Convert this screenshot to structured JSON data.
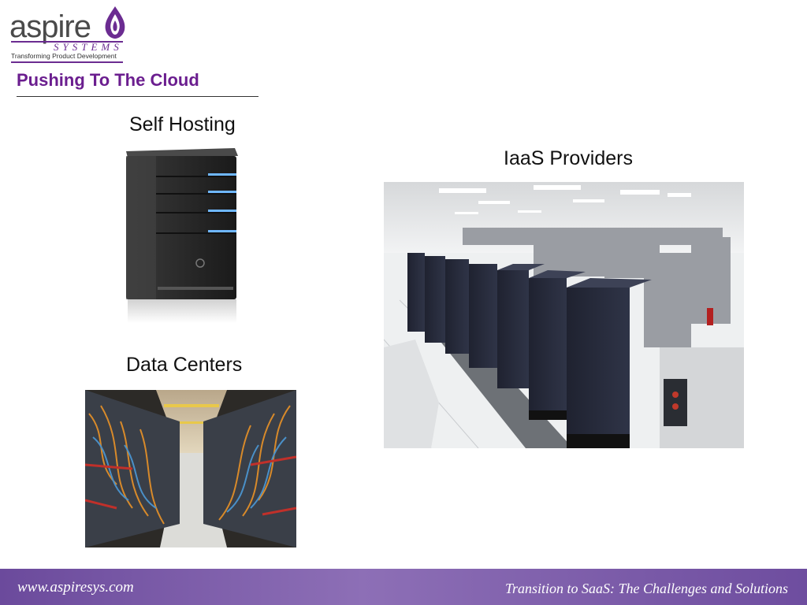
{
  "logo": {
    "word": "aspire",
    "systems": "SYSTEMS",
    "tagline": "Transforming Product Development"
  },
  "slide": {
    "title": "Pushing To The Cloud"
  },
  "sections": {
    "self_hosting": "Self Hosting",
    "data_centers": "Data Centers",
    "iaas_providers": "IaaS Providers"
  },
  "footer": {
    "left": "www.aspiresys.com",
    "right": "Transition to SaaS: The Challenges and Solutions"
  },
  "colors": {
    "title": "#6b1e8f",
    "footer": "#7a5aa9"
  }
}
